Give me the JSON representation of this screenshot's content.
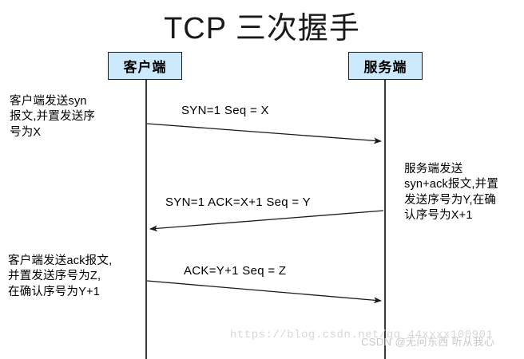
{
  "title": "TCP 三次握手",
  "actors": [
    {
      "id": "client",
      "label": "客户端"
    },
    {
      "id": "server",
      "label": "服务端"
    }
  ],
  "messages": [
    {
      "id": "msg1",
      "label": "SYN=1  Seq = X",
      "direction": "client-to-server"
    },
    {
      "id": "msg2",
      "label": "SYN=1  ACK=X+1 Seq = Y",
      "direction": "server-to-client"
    },
    {
      "id": "msg3",
      "label": "ACK=Y+1 Seq = Z",
      "direction": "client-to-server"
    }
  ],
  "notes": {
    "client_syn": "客户端发送syn\n报文,并置发送序\n号为X",
    "server_synack": "服务端发送\nsyn+ack报文,并置\n发送序号为Y,在确\n认序号为X+1",
    "client_ack": "客户端发送ack报文,\n并置发送序号为Z,\n在确认序号为Y+1"
  },
  "watermarks": {
    "url": "https://blog.csdn.net/qq_44xxxx100901",
    "csdn": "CSDN @无问东西 听从我心"
  },
  "colors": {
    "actor_fill": "#cdeafc",
    "actor_border": "#1c1c1c",
    "lifeline": "#3a3a3a",
    "arrow": "#1a1a1a",
    "text": "#000000",
    "watermark": "#d8d8d8"
  }
}
